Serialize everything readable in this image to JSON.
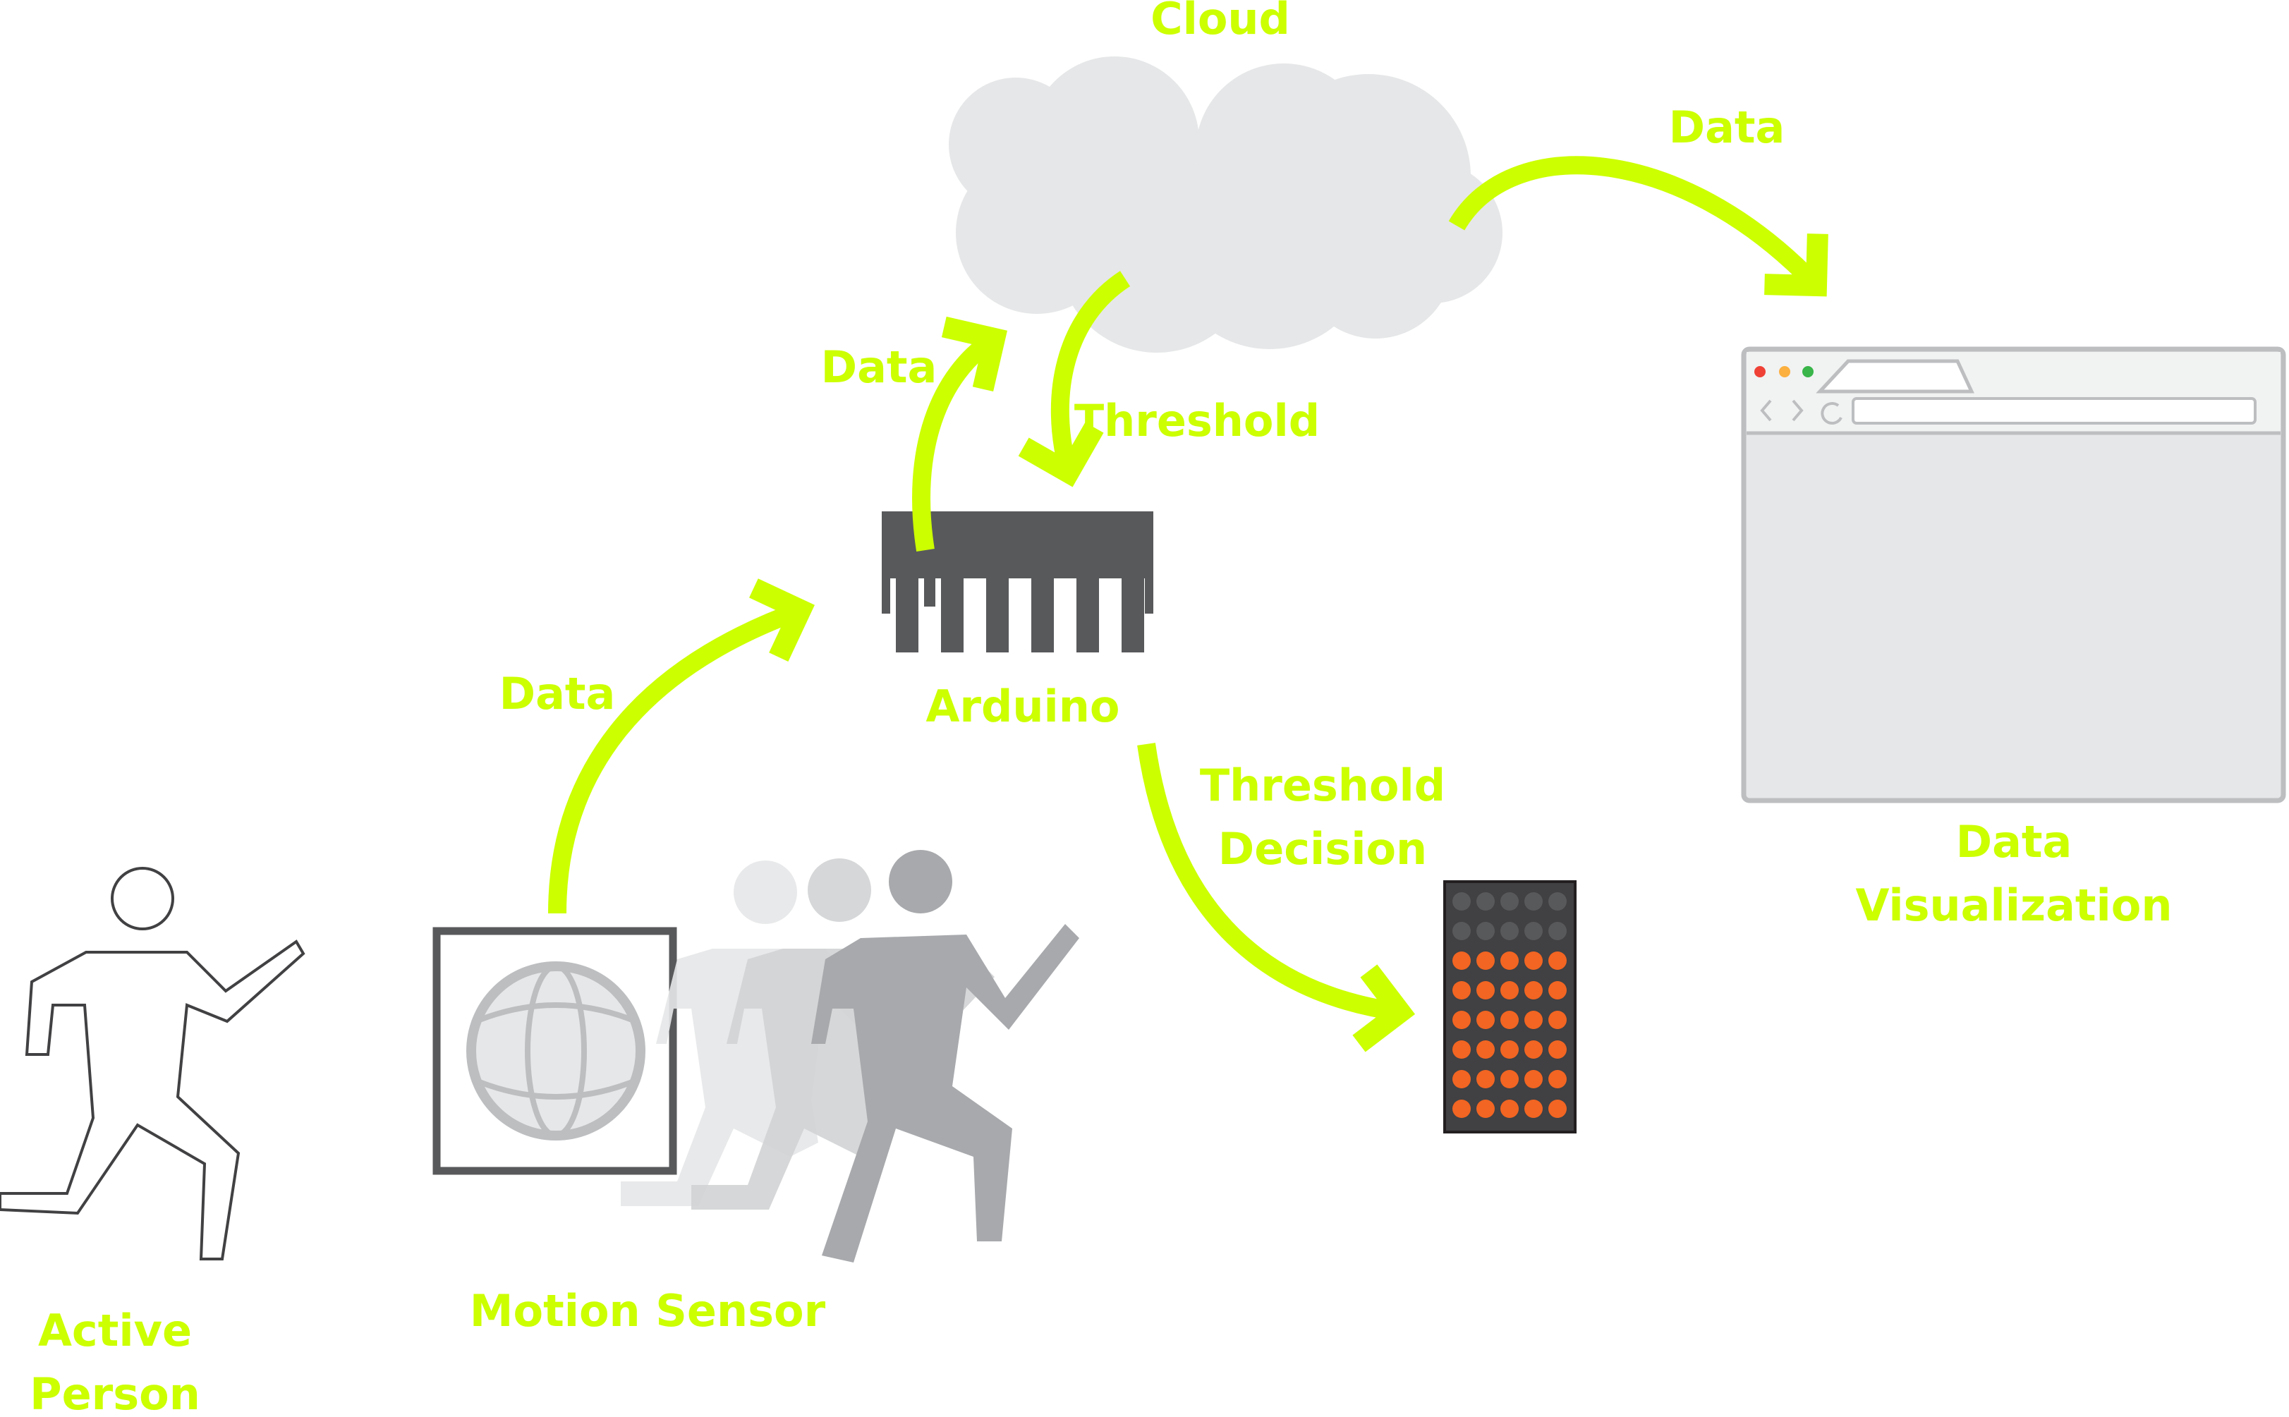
{
  "labels": {
    "cloud": "Cloud",
    "data_cloud_to_viz": "Data",
    "data_arduino_to_cloud": "Data",
    "threshold_cloud_to_arduino": "Threshold",
    "data_sensor_to_arduino": "Data",
    "arduino": "Arduino",
    "threshold_decision_line1": "Threshold",
    "threshold_decision_line2": "Decision",
    "data_visualization_line1": "Data",
    "data_visualization_line2": "Visualization",
    "motion_sensor": "Motion Sensor",
    "active_person_line1": "Active",
    "active_person_line2": "Person"
  },
  "colors": {
    "accent": "#ccff00",
    "cloud": "#e6e7e8",
    "dark_gray": "#58595b",
    "led_on": "#f26522",
    "led_off": "#58595b"
  },
  "icons": [
    "cloud-icon",
    "browser-window-icon",
    "arduino-chip-icon",
    "led-matrix-icon",
    "motion-sensor-icon",
    "running-person-outline-icon",
    "running-people-motion-icon"
  ]
}
